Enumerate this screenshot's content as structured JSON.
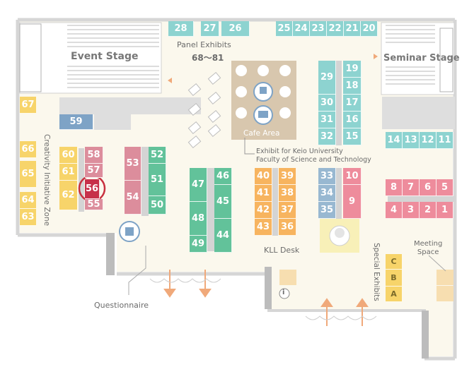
{
  "colors": {
    "teal": "#8dd3d0",
    "yellow": "#f7d46a",
    "orange": "#f7b45f",
    "pink": "#dc8d9c",
    "rose": "#ee8c9c",
    "green": "#62c29a",
    "blue": "#7ea3c6",
    "grayblue": "#98b8d1",
    "highlight": "#c7304a",
    "beige": "#d8c7ae",
    "floor": "#fbf8ed",
    "wall": "#d6d6d6",
    "arrow": "#f0a97a"
  },
  "labels": {
    "event_stage": "Event Stage",
    "seminar_stage": "Seminar Stage",
    "panel_exhibits": "Panel Exhibits",
    "panel_range": "68～81",
    "cafe_area": "Cafe Area",
    "exhibit_line1": "Exhibit for Keio University",
    "exhibit_line2": "Faculty of Science and Technology",
    "creativity_zone": "Creativity Initiative Zone",
    "kll_desk": "KLL Desk",
    "special_exhibits": "Special Exhibits",
    "meeting_space": "Meeting\nSpace",
    "questionnaire": "Questionnaire",
    "info_glyph": "i"
  },
  "booths": [
    {
      "id": "28",
      "color": "teal"
    },
    {
      "id": "27",
      "color": "teal"
    },
    {
      "id": "26",
      "color": "teal"
    },
    {
      "id": "25",
      "color": "teal"
    },
    {
      "id": "24",
      "color": "teal"
    },
    {
      "id": "23",
      "color": "teal"
    },
    {
      "id": "22",
      "color": "teal"
    },
    {
      "id": "21",
      "color": "teal"
    },
    {
      "id": "20",
      "color": "teal"
    },
    {
      "id": "19",
      "color": "teal"
    },
    {
      "id": "18",
      "color": "teal"
    },
    {
      "id": "29",
      "color": "teal"
    },
    {
      "id": "30",
      "color": "teal"
    },
    {
      "id": "17",
      "color": "teal"
    },
    {
      "id": "31",
      "color": "teal"
    },
    {
      "id": "16",
      "color": "teal"
    },
    {
      "id": "32",
      "color": "teal"
    },
    {
      "id": "15",
      "color": "teal"
    },
    {
      "id": "14",
      "color": "teal"
    },
    {
      "id": "13",
      "color": "teal"
    },
    {
      "id": "12",
      "color": "teal"
    },
    {
      "id": "11",
      "color": "teal"
    },
    {
      "id": "67",
      "color": "yellow"
    },
    {
      "id": "66",
      "color": "yellow"
    },
    {
      "id": "65",
      "color": "yellow"
    },
    {
      "id": "64",
      "color": "yellow"
    },
    {
      "id": "63",
      "color": "yellow"
    },
    {
      "id": "60",
      "color": "yellow"
    },
    {
      "id": "61",
      "color": "yellow"
    },
    {
      "id": "62",
      "color": "yellow"
    },
    {
      "id": "59",
      "color": "blue"
    },
    {
      "id": "58",
      "color": "pink"
    },
    {
      "id": "57",
      "color": "pink"
    },
    {
      "id": "56",
      "color": "highlight"
    },
    {
      "id": "55",
      "color": "pink"
    },
    {
      "id": "53",
      "color": "pink"
    },
    {
      "id": "54",
      "color": "pink"
    },
    {
      "id": "52",
      "color": "green"
    },
    {
      "id": "51",
      "color": "green"
    },
    {
      "id": "50",
      "color": "green"
    },
    {
      "id": "47",
      "color": "green"
    },
    {
      "id": "48",
      "color": "green"
    },
    {
      "id": "49",
      "color": "green"
    },
    {
      "id": "46",
      "color": "green"
    },
    {
      "id": "45",
      "color": "green"
    },
    {
      "id": "44",
      "color": "green"
    },
    {
      "id": "40",
      "color": "orange"
    },
    {
      "id": "41",
      "color": "orange"
    },
    {
      "id": "42",
      "color": "orange"
    },
    {
      "id": "43",
      "color": "orange"
    },
    {
      "id": "39",
      "color": "orange"
    },
    {
      "id": "38",
      "color": "orange"
    },
    {
      "id": "37",
      "color": "orange"
    },
    {
      "id": "36",
      "color": "orange"
    },
    {
      "id": "33",
      "color": "grayblue"
    },
    {
      "id": "34",
      "color": "grayblue"
    },
    {
      "id": "35",
      "color": "grayblue"
    },
    {
      "id": "10",
      "color": "rose"
    },
    {
      "id": "9",
      "color": "rose"
    },
    {
      "id": "8",
      "color": "rose"
    },
    {
      "id": "7",
      "color": "rose"
    },
    {
      "id": "6",
      "color": "rose"
    },
    {
      "id": "5",
      "color": "rose"
    },
    {
      "id": "4",
      "color": "rose"
    },
    {
      "id": "3",
      "color": "rose"
    },
    {
      "id": "2",
      "color": "rose"
    },
    {
      "id": "1",
      "color": "rose"
    },
    {
      "id": "C",
      "color": "yellow"
    },
    {
      "id": "B",
      "color": "yellow"
    },
    {
      "id": "A",
      "color": "yellow"
    }
  ],
  "highlighted_booth": "56"
}
